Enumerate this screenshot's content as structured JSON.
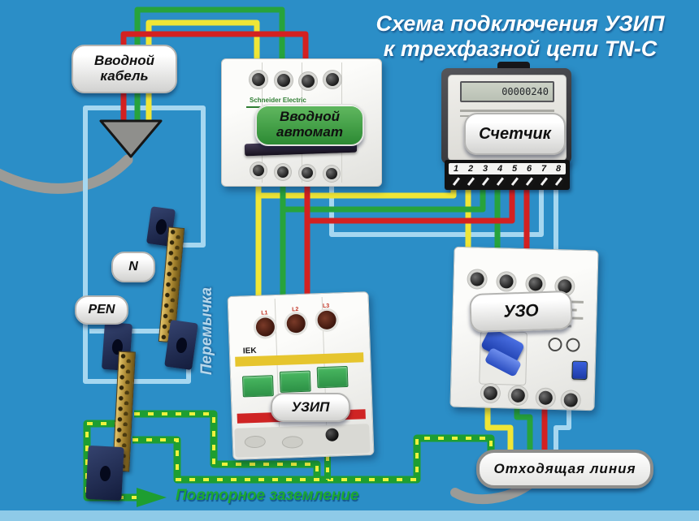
{
  "title": {
    "line1": "Схема подключения УЗИП",
    "line2": "к трехфазной цепи TN-C"
  },
  "labels": {
    "input_cable_line1": "Вводной",
    "input_cable_line2": "кабель",
    "breaker_line1": "Вводной",
    "breaker_line2": "автомат",
    "meter": "Счетчик",
    "n_bus": "N",
    "pen_bus": "PEN",
    "uzo": "УЗО",
    "uzip": "УЗИП",
    "outgoing_line": "Отходящая линия",
    "jumper": "Перемычка",
    "regrounding": "Повторное заземление"
  },
  "meter": {
    "terminals": [
      "1",
      "2",
      "3",
      "4",
      "5",
      "6",
      "7",
      "8"
    ],
    "display": "00000240"
  },
  "devices": {
    "breaker": {
      "brand": "Schneider Electric"
    },
    "uzip": {
      "brand": "IEK",
      "terminals": [
        "L1",
        "L2",
        "L3"
      ]
    }
  },
  "colors": {
    "background": "#2b8ec7",
    "bottom_strip": "#8ecae8",
    "phase_l1": "#efe636",
    "phase_l2": "#27a33c",
    "phase_l3": "#d32121",
    "neutral": "#a6d7f0",
    "pe_green": "#1e9e31",
    "pe_yellow": "#eef23c",
    "cable_gray": "#9b9b97",
    "breaker_pill_green": "#3f9d44",
    "title_text": "#ffffff",
    "regrounding_text": "#1ca832"
  }
}
